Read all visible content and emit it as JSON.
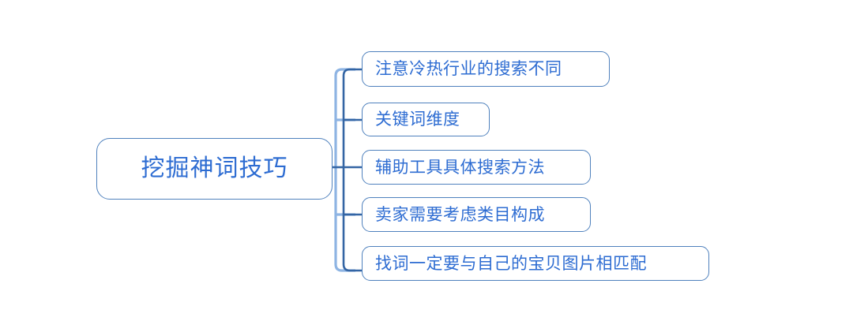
{
  "diagram": {
    "type": "mind-map",
    "orientation": "left-to-right",
    "background_color": "#ffffff",
    "node_border_color": "#4f81bd",
    "node_text_color": "#2d6cd2",
    "connector_color": "#3465a4",
    "connector_shadow_color": "#8eb4e3",
    "root": {
      "label": "挖掘神词技巧"
    },
    "branches": [
      {
        "label": "注意冷热行业的搜索不同"
      },
      {
        "label": "关键词维度"
      },
      {
        "label": "辅助工具具体搜索方法"
      },
      {
        "label": "卖家需要考虑类目构成"
      },
      {
        "label": "找词一定要与自己的宝贝图片相匹配"
      }
    ]
  }
}
